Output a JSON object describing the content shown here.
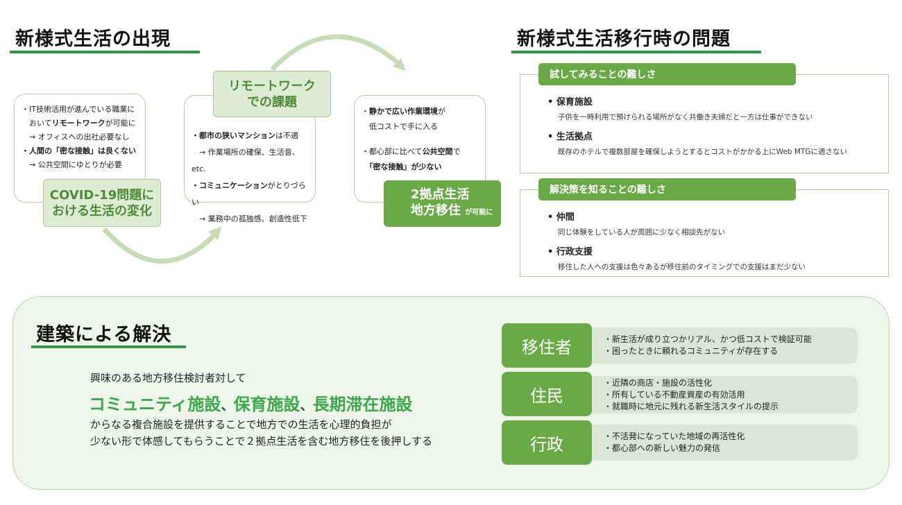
{
  "left_section": {
    "title": "新様式生活の出現",
    "card1": {
      "lines": [
        "・IT技術活用が進んでいる職業に",
        "　おいて",
        "リモートワーク",
        "が可能に",
        "　→ オフィスへの出社必要なし",
        "・人間の「",
        "密な接触",
        "」は良くない",
        "　→ 公共空間にゆとりが必要"
      ],
      "label": [
        "COVID-19問題に",
        "おける生活の変化"
      ]
    },
    "card2": {
      "label": [
        "リモートワーク",
        "での課題"
      ],
      "lines": [
        "・都市の狭いマンション",
        "は不適",
        "　→ 作業場所の確保、生活音、 etc.",
        "・コミュニケーション",
        "がとりづらい",
        "　→ 業務中の孤独感、創造性低下"
      ]
    },
    "card3": {
      "lines": [
        "・",
        "静かで広い作業環境",
        "が",
        "　低コストで手に入る",
        "・都心部に比べて",
        "公共空間",
        "で",
        "　「",
        "密な接触",
        "」が少ない"
      ],
      "label": [
        "2拠点生活",
        "地方移住",
        "が可能に"
      ]
    }
  },
  "right_section": {
    "title": "新様式生活移行時の問題",
    "groups": [
      {
        "heading": "試してみることの難しさ",
        "items": [
          {
            "title": "保育施設",
            "desc": "子供を一時利用で預けられる場所がなく共働き夫婦だと一方は仕事ができない"
          },
          {
            "title": "生活拠点",
            "desc": "既存のホテルで複数部屋を確保しようとするとコストがかかる上にWeb MTGに適さない"
          }
        ]
      },
      {
        "heading": "解決策を知ることの難しさ",
        "items": [
          {
            "title": "仲間",
            "desc": "同じ体験をしている人が周囲に少なく相談先がない"
          },
          {
            "title": "行政支援",
            "desc": "移住した人への支援は色々あるが移住前のタイミングでの支援はまだ少ない"
          }
        ]
      }
    ]
  },
  "solution": {
    "title": "建築による解決",
    "intro": "興味のある地方移住検討者対して",
    "facilities": [
      "コミュニティ施設",
      "、",
      "保育施設",
      "、",
      "長期滞在施設"
    ],
    "body": [
      "からなる複合施設を提供することで地方での生活を心理的負担が",
      "少ない形で体感してもらうことで２拠点生活を含む地方移住を後押しする"
    ],
    "stakeholders": [
      {
        "name": "移住者",
        "points": [
          "・新生活が成り立つかリアル、かつ低コストで検証可能",
          "・困ったときに頼れるコミュニティが存在する"
        ]
      },
      {
        "name": "住民",
        "points": [
          "・近隣の商店・施設の活性化",
          "・所有している不動産資産の有効活用",
          "・就職時に地元に残れる新生活スタイルの提示"
        ]
      },
      {
        "name": "行政",
        "points": [
          "・不活発になっていた地域の再活性化",
          "・都心部への新しい魅力の発信"
        ]
      }
    ]
  },
  "colors": {
    "accent": "#6aaa46",
    "underline": "#2e9a4a",
    "highlight": "#3aa84a"
  }
}
